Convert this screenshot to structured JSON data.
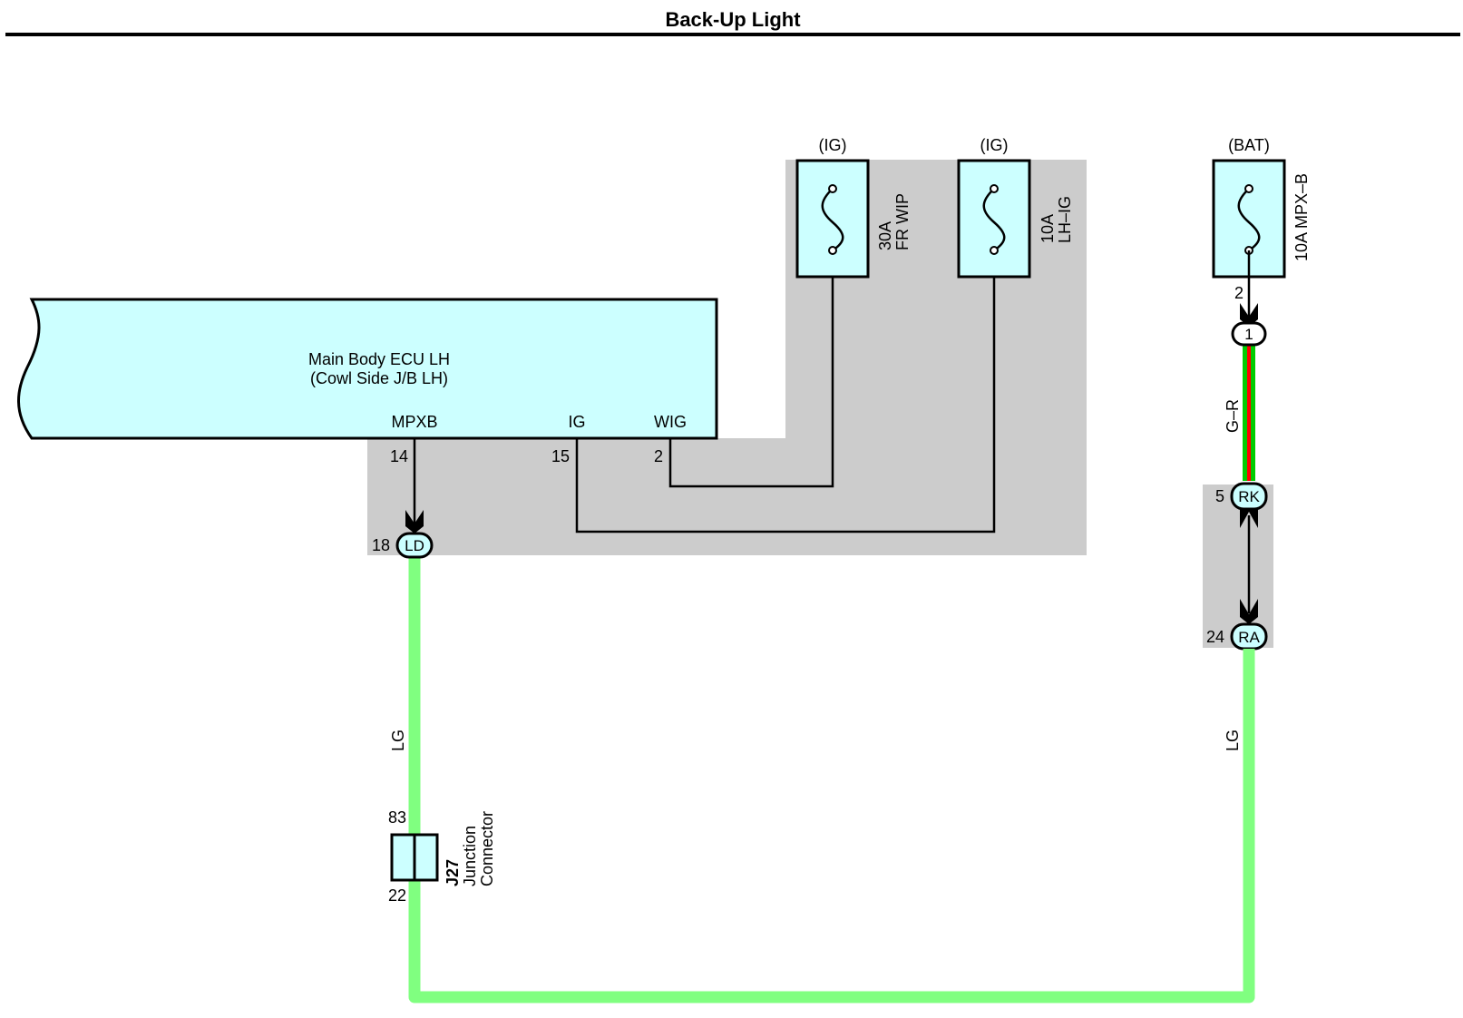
{
  "title": "Back-Up Light",
  "ecu": {
    "name_line1": "Main Body ECU LH",
    "name_line2": "(Cowl Side J/B LH)",
    "terminals": {
      "mpxb": {
        "name": "MPXB",
        "pin": "14"
      },
      "ig": {
        "name": "IG",
        "pin": "15"
      },
      "wig": {
        "name": "WIG",
        "pin": "2"
      }
    }
  },
  "fuses": {
    "fr_wip": {
      "source": "(IG)",
      "rating": "30A",
      "name": "FR WIP"
    },
    "lh_ig": {
      "source": "(IG)",
      "rating": "10A",
      "name": "LH–IG"
    },
    "mpx_b": {
      "source": "(BAT)",
      "label": "10A MPX–B",
      "pin": "2"
    }
  },
  "connectors": {
    "ld": {
      "code": "LD",
      "pin": "18"
    },
    "one": {
      "code": "1"
    },
    "rk": {
      "code": "RK",
      "pin": "5"
    },
    "ra": {
      "code": "RA",
      "pin": "24"
    }
  },
  "junction": {
    "code": "J27",
    "name_line1": "Junction",
    "name_line2": "Connector",
    "pin_top": "83",
    "pin_bottom": "22"
  },
  "wires": {
    "left_color": "LG",
    "right_color": "LG",
    "top_right_color": "G–R"
  },
  "colors": {
    "component_fill": "#ccffff",
    "junction_block_fill": "#cccccc",
    "wire_light_green": "#80ff80",
    "wire_green": "#00cc00",
    "wire_red": "#ff0000"
  }
}
